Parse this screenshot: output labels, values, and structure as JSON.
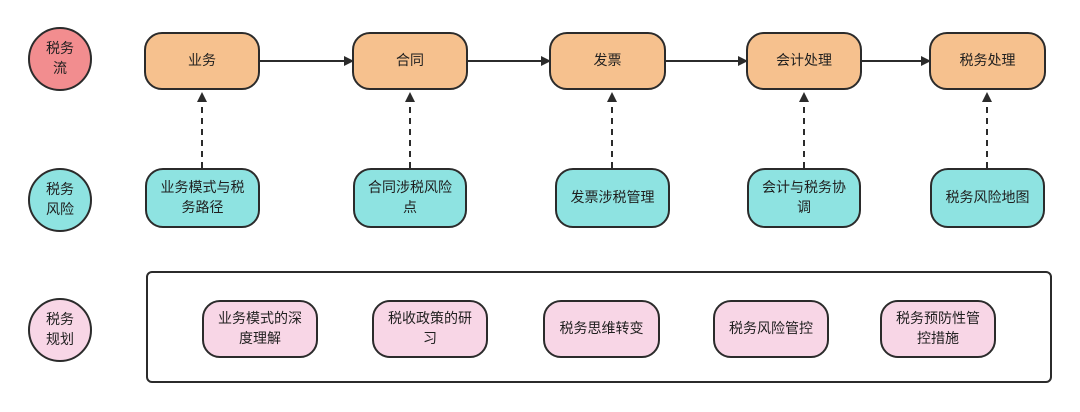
{
  "rows": {
    "flow_label": "税务流",
    "risk_label": "税务风险",
    "plan_label": "税务规划"
  },
  "flow": [
    "业务",
    "合同",
    "发票",
    "会计处理",
    "税务处理"
  ],
  "risks": [
    "业务模式与税务路径",
    "合同涉税风险点",
    "发票涉税管理",
    "会计与税务协调",
    "税务风险地图"
  ],
  "planning": [
    "业务模式的深度理解",
    "税收政策的研习",
    "税务思维转变",
    "税务风险管控",
    "税务预防性管控措施"
  ],
  "colors": {
    "flow_row_label": "#f28d8f",
    "risk_row_label": "#8ee3e1",
    "plan_row_label": "#f8d6e6",
    "flow_node": "#f6c18e",
    "risk_node": "#8ee3e1",
    "plan_node": "#f8d6e6",
    "line": "#2b2b2b"
  }
}
